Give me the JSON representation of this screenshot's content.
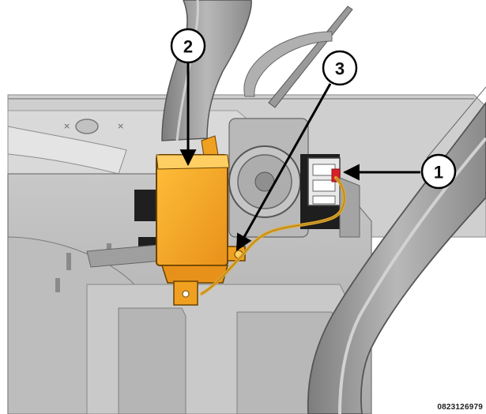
{
  "callouts": [
    {
      "number": "1",
      "meaning": "connector"
    },
    {
      "number": "2",
      "meaning": "module"
    },
    {
      "number": "3",
      "meaning": "harness"
    }
  ],
  "figure_id": "0823126979",
  "colors": {
    "module": "#f0a020",
    "harness_wire": "#e0a82a",
    "red_terminal": "#d8202a",
    "panel": "#d4d4d4",
    "tube": "#9a9a9a"
  }
}
